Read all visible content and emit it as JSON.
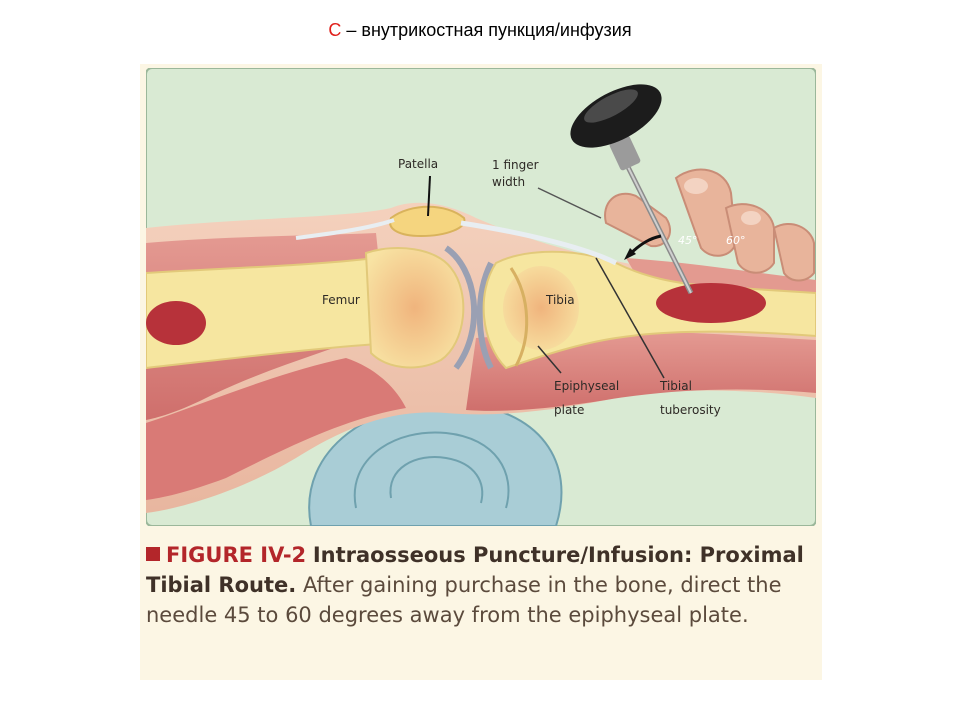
{
  "slide": {
    "title_letter": "С",
    "title_rest": " – внутрикостная пункция/инфузия"
  },
  "figure": {
    "labels": {
      "patella": "Patella",
      "finger_line1": "1 finger",
      "finger_line2": "width",
      "femur": "Femur",
      "tibia": "Tibia",
      "epiphyseal_line1": "Epiphyseal",
      "epiphyseal_line2": "plate",
      "tibial_line1": "Tibial",
      "tibial_line2": "tuberosity",
      "angle_45": "45°",
      "angle_60": "60°"
    },
    "caption": {
      "label": "FIGURE IV-2",
      "title": "Intraosseous Puncture/Infusion: Proximal Tibial Route.",
      "body": "After gaining purchase in the bone, direct the needle 45 to 60 degrees away from the epiphyseal plate."
    },
    "colors": {
      "background": "#d9ead3",
      "muscle": "#d9807d",
      "bone": "#f6e6a0",
      "marrow": "#f2c493",
      "pillow": "#a9cdd6",
      "needle_handle": "#1c1c1c",
      "accent": "#b3262a"
    }
  }
}
